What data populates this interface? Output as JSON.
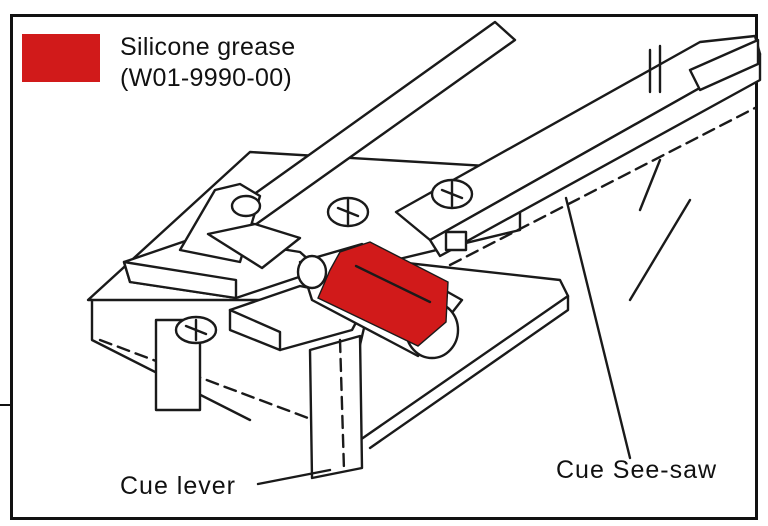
{
  "legend": {
    "swatch_color": "#d11a1a",
    "line1": "Silicone grease",
    "line2": "(W01-9990-00)"
  },
  "labels": {
    "cue_lever": "Cue lever",
    "cue_seesaw": "Cue See-saw"
  },
  "colors": {
    "grease": "#d11a1a",
    "outline": "#1a1a1a"
  }
}
